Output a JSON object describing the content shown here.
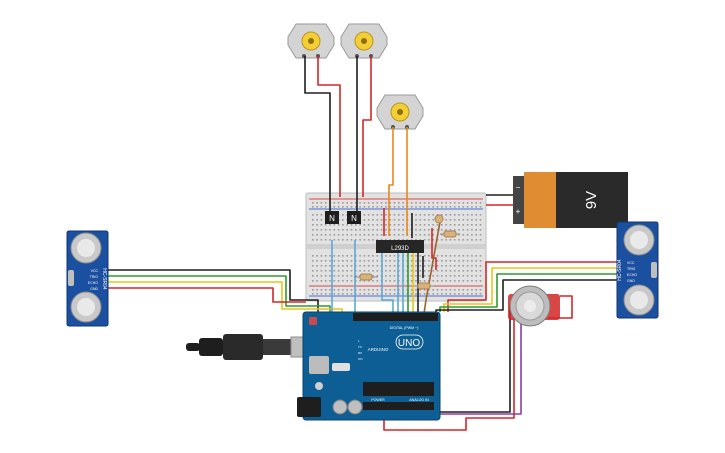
{
  "battery": {
    "label": "9V",
    "minus": "−",
    "plus": "+"
  },
  "transistors": [
    {
      "label": "N"
    },
    {
      "label": "N"
    }
  ],
  "driver_chip": {
    "label": "L293D"
  },
  "sensor_left": {
    "model": "HC-SR04",
    "pins": [
      "VCC",
      "TRIG",
      "ECHO",
      "GND"
    ]
  },
  "sensor_right": {
    "model": "HC-SR04",
    "pins": [
      "VCC",
      "TRIG",
      "ECHO",
      "GND"
    ]
  },
  "arduino": {
    "logo": "ARDUINO",
    "model": "UNO",
    "digital_header": "DIGITAL (PWM ~)",
    "power_header": "POWER",
    "analog_header": "ANALOG IN",
    "leds": [
      "L",
      "TX",
      "RX",
      "ON"
    ]
  },
  "colors": {
    "wire_red": "#d32626",
    "wire_black": "#1e1e1e",
    "wire_green": "#2e9b2e",
    "wire_yellow": "#e6c619",
    "wire_orange": "#e8891a",
    "wire_blue": "#58a9d6",
    "wire_purple": "#8b3fa3",
    "wire_brown": "#9b6132",
    "arduino_blue": "#0c5e94",
    "sensor_blue": "#1b4fa0",
    "breadboard": "#e2e2e2"
  }
}
